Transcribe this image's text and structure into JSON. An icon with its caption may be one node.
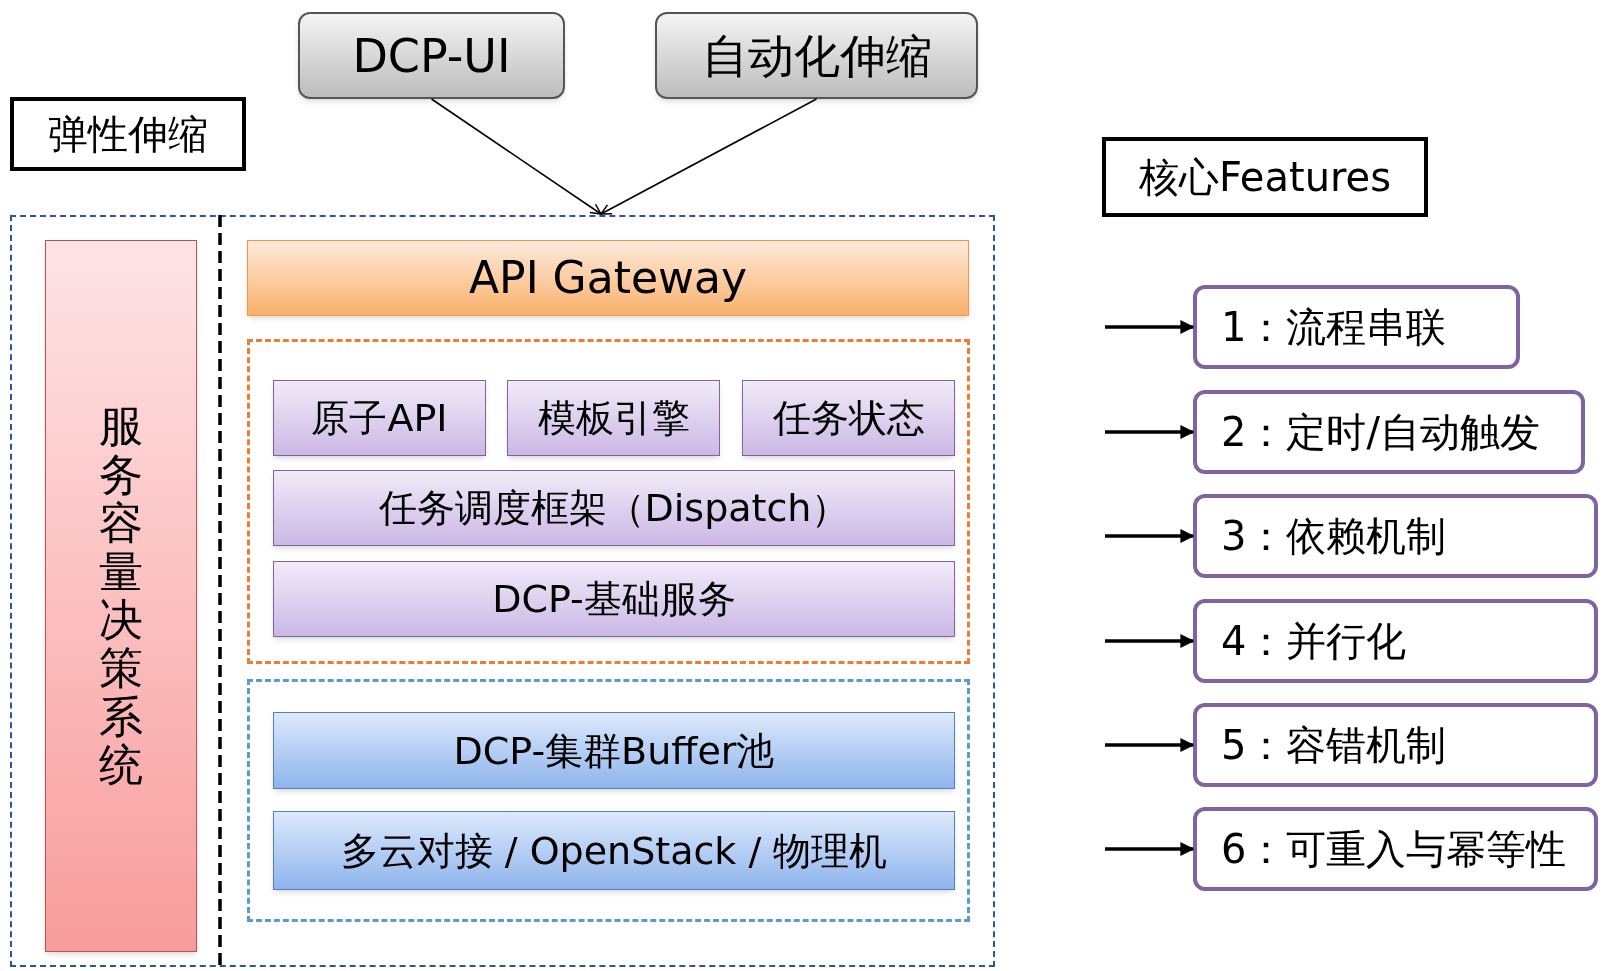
{
  "diagram": {
    "nodes": [
      {
        "text": [
          "DCP-UI"
        ]
      },
      {
        "text": [
          "自动化伸缩"
        ]
      },
      {
        "text": [
          "弹性伸缩"
        ]
      },
      {
        "text": [],
        "shape": "box"
      },
      {
        "text": [
          "服务容量决策系统"
        ],
        "in": 3
      },
      {
        "text": [
          "API Gateway"
        ],
        "in": 3
      },
      {
        "text": [],
        "shape": "box",
        "in": 3
      },
      {
        "text": [
          "原子API"
        ],
        "in": 6
      },
      {
        "text": [
          "模板引擎"
        ],
        "in": 6
      },
      {
        "text": [
          "任务状态"
        ],
        "in": 6
      },
      {
        "text": [
          "任务调度框架（Dispatch）"
        ],
        "in": 6
      },
      {
        "text": [
          "DCP-基础服务"
        ],
        "in": 6
      },
      {
        "text": [],
        "shape": "box",
        "in": 3
      },
      {
        "text": [
          "DCP-集群Buffer池"
        ],
        "in": 12
      },
      {
        "text": [
          "多云对接 / OpenStack / 物理机"
        ],
        "in": 12
      },
      {
        "text": [
          "核心Features"
        ]
      },
      {
        "text": [
          "1：流程串联"
        ]
      },
      {
        "text": [
          "2：定时/自动触发"
        ]
      },
      {
        "text": [
          "3：依赖机制"
        ]
      },
      {
        "text": [
          "4：并行化"
        ]
      },
      {
        "text": [
          "5：容错机制"
        ]
      },
      {
        "text": [
          "6：可重入与幂等性"
        ]
      }
    ],
    "edges": [
      {
        "from": 0,
        "to": 3,
        "arrow": "to"
      },
      {
        "from": 1,
        "to": 3,
        "arrow": "to"
      },
      {
        "from": null,
        "to": 16,
        "arrow": "to"
      },
      {
        "from": null,
        "to": 17,
        "arrow": "to"
      },
      {
        "from": null,
        "to": 18,
        "arrow": "to"
      },
      {
        "from": null,
        "to": 19,
        "arrow": "to"
      },
      {
        "from": null,
        "to": 20,
        "arrow": "to"
      },
      {
        "from": null,
        "to": 21,
        "arrow": "to"
      }
    ]
  }
}
